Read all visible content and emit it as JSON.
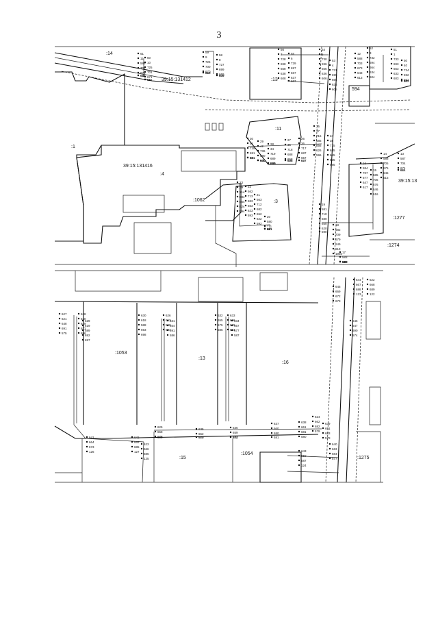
{
  "page_number": "3",
  "upper_map": {
    "parcel_numbers": [
      ":14",
      ":1",
      ":4",
      ":11",
      ":13",
      ":1062",
      ":3",
      ":1277",
      ":1274"
    ],
    "cadastral_codes": [
      "39:15:131416",
      "39:15:131412",
      "39:15:13"
    ],
    "point_labels": [
      "61",
      "60",
      "59",
      "58",
      "56",
      "55",
      "54",
      "53",
      "52",
      "51",
      "50",
      "30",
      "29",
      "28",
      "27",
      "26",
      "25",
      "24",
      "23",
      "22",
      "21",
      "20",
      "19",
      "18",
      "17",
      "16",
      "15",
      "14",
      "13",
      "12",
      "11",
      "10",
      "9",
      "8",
      "7",
      "6",
      "5",
      "4",
      "3",
      "1",
      "40",
      "41",
      "42",
      "34",
      "35",
      "36",
      "37",
      "38",
      "39",
      "562",
      "563",
      "580",
      "581",
      "582",
      "583",
      "584",
      "585",
      "586",
      "587",
      "588",
      "589",
      "725",
      "726",
      "727",
      "728",
      "729",
      "730",
      "731",
      "732",
      "733",
      "734",
      "735",
      "736",
      "719",
      "718",
      "717",
      "716",
      "715",
      "714",
      "713",
      "712",
      "711",
      "710",
      "709",
      "708",
      "707",
      "706",
      "705",
      "704",
      "703",
      "702",
      "701",
      "700",
      "699",
      "698",
      "697",
      "696",
      "695",
      "694",
      "693",
      "692",
      "691",
      "690",
      "689",
      "688",
      "687",
      "686",
      "685",
      "684",
      "683",
      "682",
      "681",
      "680",
      "679",
      "678",
      "677",
      "676",
      "675",
      "674",
      "673",
      "672",
      "671",
      "670",
      "669",
      "668",
      "667",
      "666",
      "665",
      "664",
      "663",
      "662",
      "661",
      "660",
      "659",
      "658",
      "657",
      "656",
      "655",
      "654",
      "653",
      "652",
      "651",
      "650",
      "649",
      "648",
      "647",
      "646",
      "645",
      "644",
      "643",
      "642",
      "641",
      "640",
      "639",
      "638",
      "637",
      "636",
      "635",
      "634",
      "633",
      "632",
      "631",
      "630",
      "629",
      "628",
      "627",
      "626",
      "625",
      "624",
      "623",
      "622",
      "621",
      "620",
      "619",
      "618",
      "617",
      "616",
      "615",
      "614",
      "613",
      "612",
      "611",
      "610",
      "609",
      "608",
      "607",
      "606",
      "605",
      "604",
      "603",
      "602",
      "601",
      "600",
      "599",
      "598",
      "597",
      "596",
      "595",
      "594",
      "593",
      "592",
      "591",
      "590",
      "1960"
    ]
  },
  "lower_map": {
    "parcel_numbers": [
      ":1053",
      ":13",
      ":16",
      ":15",
      ":1054",
      ":1275"
    ],
    "point_labels": [
      "627",
      "628",
      "629",
      "630",
      "626",
      "631",
      "632",
      "633",
      "634",
      "625",
      "635",
      "636",
      "637",
      "638",
      "624",
      "639",
      "640",
      "641",
      "642",
      "623",
      "643",
      "644",
      "622",
      "645",
      "646",
      "621",
      "620",
      "619",
      "618",
      "653",
      "654",
      "655",
      "656",
      "657",
      "658",
      "652",
      "659",
      "660",
      "661",
      "662",
      "651",
      "663",
      "664",
      "665",
      "666",
      "650",
      "667",
      "668",
      "669",
      "647",
      "648",
      "649",
      "589",
      "588",
      "590",
      "591",
      "675",
      "676",
      "677",
      "678",
      "679",
      "674",
      "680",
      "681",
      "682",
      "683",
      "684",
      "673",
      "685",
      "686",
      "687",
      "688",
      "689",
      "672",
      "690",
      "691",
      "671",
      "692",
      "693",
      "694",
      "586",
      "585",
      "584",
      "587",
      "695",
      "583",
      "582",
      "581",
      "580",
      "579",
      "578",
      "577",
      "126",
      "127",
      "125",
      "124",
      "123",
      "122",
      "673",
      "574",
      "575",
      "696",
      "697",
      "698"
    ]
  },
  "colors": {
    "ink": "#111111",
    "paper": "#ffffff"
  }
}
